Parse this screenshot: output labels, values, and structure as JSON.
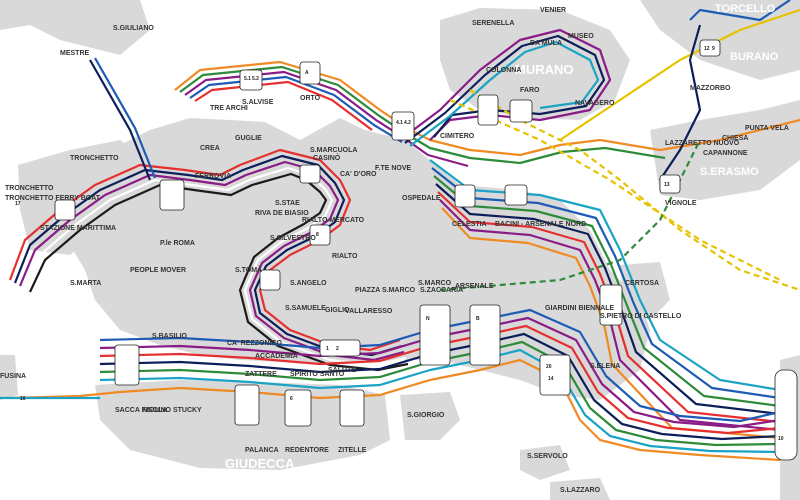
{
  "areas": {
    "murano": "MURANO",
    "giudecca": "GIUDECCA",
    "burano": "BURANO",
    "torcello": "TORCELLO",
    "sant_erasmo": "S.ERASMO"
  },
  "stops": [
    "S.GIULIANO",
    "MESTRE",
    "TRONCHETTO",
    "TRONCHETTO FERRY BOAT",
    "TRONCHETTO",
    "STAZIONE MARITTIMA",
    "S.MARTA",
    "P.le ROMA",
    "PEOPLE MOVER",
    "FERROVIA",
    "TRE ARCHI",
    "GUGLIE",
    "CREA",
    "S.ALVISE",
    "ORTO",
    "RIVA DE BIASIO",
    "S.STAE",
    "S.MARCUOLA",
    "CASINÒ",
    "CA' D'ORO",
    "RIALTO MERCATO",
    "S.SILVESTRO",
    "S.TOMÀ",
    "RIALTO",
    "S.ANGELO",
    "S.SAMUELE",
    "GIGLIO",
    "CA' REZZONICO",
    "ACCADEMIA",
    "VALLARESSO",
    "S.MARCO",
    "S.ZACCARIA",
    "PIAZZA S.MARCO",
    "SALUTE",
    "ZATTERE",
    "SPIRITO SANTO",
    "S.BASILIO",
    "SACCA FISOLA",
    "MOLINO STUCKY",
    "PALANCA",
    "REDENTORE",
    "ZITELLE",
    "S.GIORGIO",
    "ARSENALE",
    "GIARDINI BIENNALE",
    "S.PIETRO DI CASTELLO",
    "S.ELENA",
    "S.SERVOLO",
    "S.LAZZARO",
    "CELESTIA",
    "BACINI - ARSENALE NORD",
    "OSPEDALE",
    "F.TE NOVE",
    "CIMITERO",
    "SERENELLA",
    "VENIER",
    "MUSEO",
    "COLONNA",
    "DA MULA",
    "FARO",
    "NAVAGERO",
    "MAZZORBO",
    "CAPANNONE",
    "CHIESA",
    "PUNTA VELA",
    "LAZZARETTO NUOVO",
    "VIGNOLE",
    "CERTOSA",
    "FUSINA"
  ],
  "line_numbers": [
    "5.1",
    "5.2",
    "4.1",
    "4.2",
    "1",
    "2",
    "N",
    "A",
    "B",
    "6",
    "10",
    "14",
    "16",
    "20",
    "12",
    "9",
    "13",
    "17",
    "8"
  ]
}
